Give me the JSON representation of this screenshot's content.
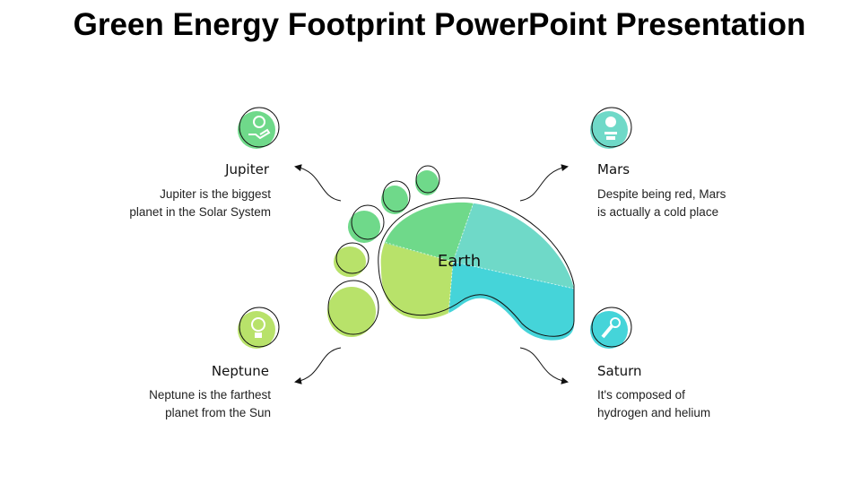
{
  "title": "Green Energy Footprint PowerPoint Presentation",
  "center_label": "Earth",
  "items": [
    {
      "name": "Jupiter",
      "desc1": "Jupiter is the biggest",
      "desc2": "planet in the Solar System",
      "icon": "globe-hand-icon",
      "color": "#6fd98a"
    },
    {
      "name": "Mars",
      "desc1": "Despite being red, Mars",
      "desc2": "is actually a cold place",
      "icon": "money-plant-icon",
      "color": "#6fd9c8"
    },
    {
      "name": "Neptune",
      "desc1": "Neptune is the farthest",
      "desc2": "planet from the Sun",
      "icon": "lightbulb-dollar-icon",
      "color": "#b8e26a"
    },
    {
      "name": "Saturn",
      "desc1": "It's composed of",
      "desc2": "hydrogen and helium",
      "icon": "key-gear-icon",
      "color": "#45d4d9"
    }
  ]
}
